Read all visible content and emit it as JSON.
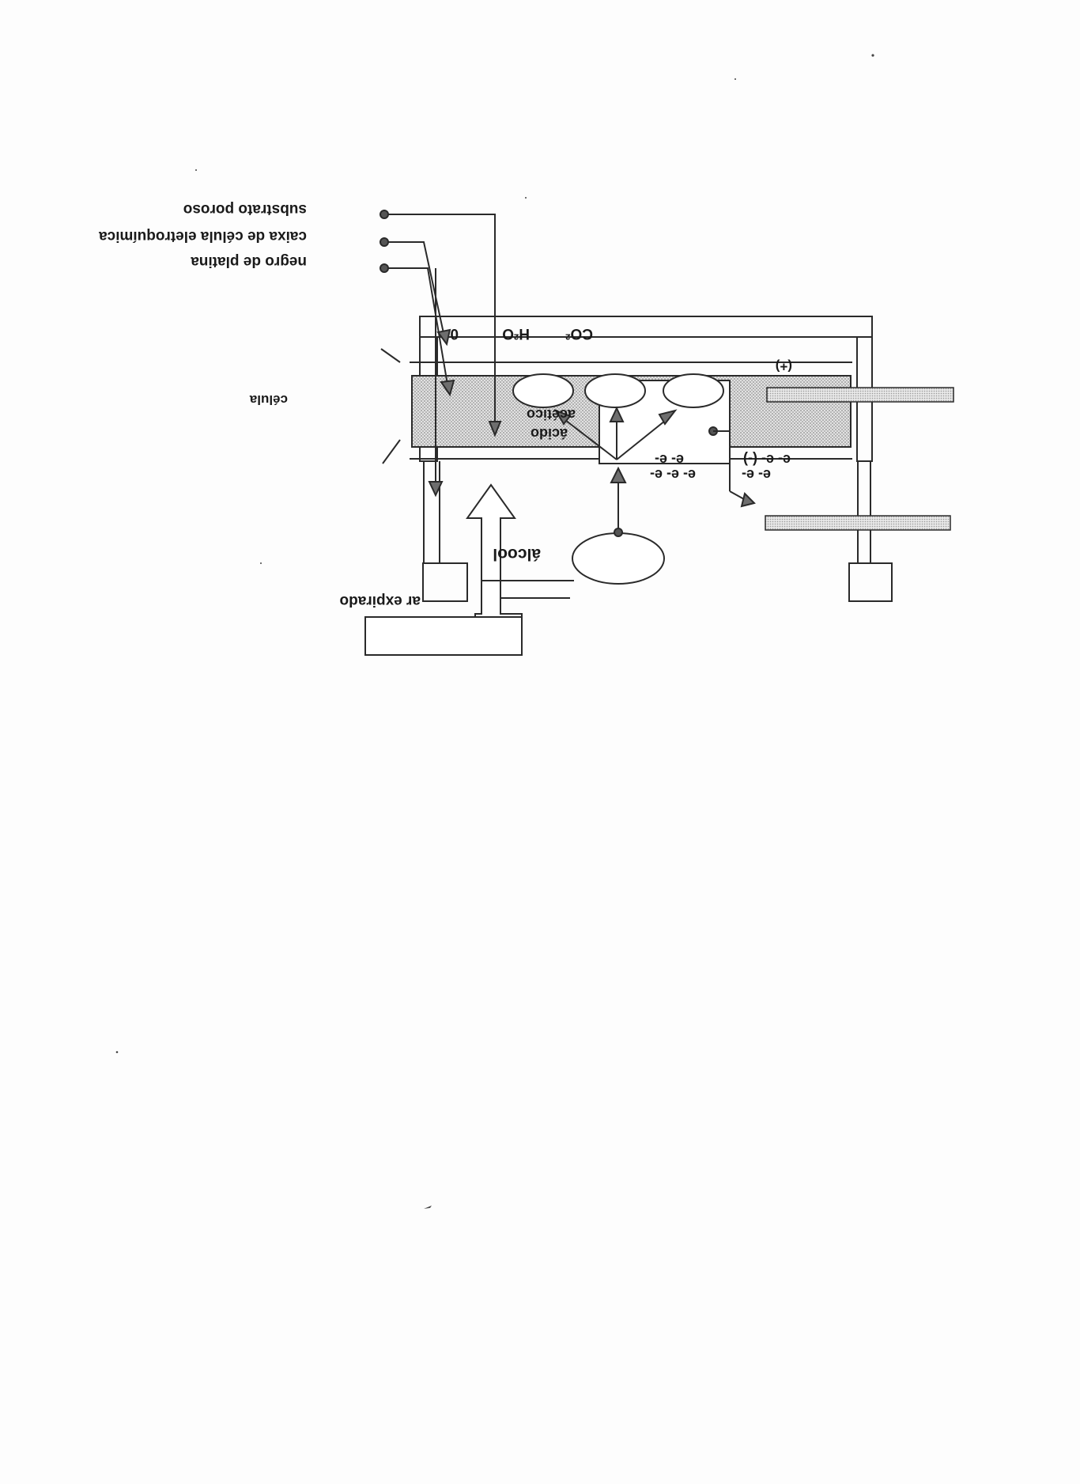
{
  "diagram": {
    "title": "",
    "labels": {
      "porous_substrate": "substrato poroso",
      "cell_housing": "caixa de célula eletroquímica",
      "platinum_black": "negro de platina",
      "cell": "célula",
      "acetic_acid_line1": "ácido",
      "acetic_acid_line2": "acético",
      "oxygen": "0",
      "water": "H²O",
      "co2": "CO²",
      "positive": "(+)",
      "electrons_row1_left": "e- e- e-",
      "electrons_row2_left": "e- e-",
      "electrons_row1_right": "e- e-",
      "electrons_row2_right": "e- e- (-)",
      "alcohol": "álcool",
      "expired_air": "ar expirado"
    },
    "rotation": "180deg",
    "colors": {
      "line": "#2a2a2a",
      "membrane_fill": "#cfcfcf",
      "electrode_fill": "#d9d9d9",
      "arrow_fill": "#6e6e6e"
    }
  }
}
